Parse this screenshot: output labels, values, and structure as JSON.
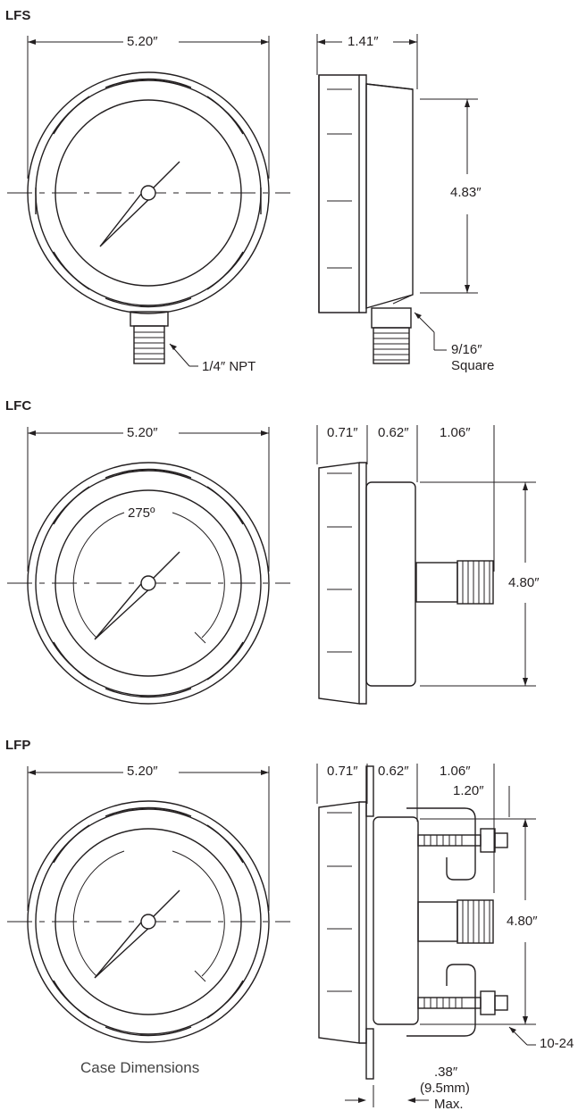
{
  "sections": [
    {
      "label": "LFS",
      "front_width": "5.20″",
      "side_depth": "1.41″",
      "side_height": "4.83″",
      "connection": "1/4″ NPT",
      "wrench_flat_size": "9/16″",
      "wrench_flat_shape": "Square"
    },
    {
      "label": "LFC",
      "front_width": "5.20″",
      "sweep_angle": "275º",
      "side_dims": [
        "0.71″",
        "0.62″",
        "1.06″"
      ],
      "side_height": "4.80″"
    },
    {
      "label": "LFP",
      "front_width": "5.20″",
      "side_dims": [
        "0.71″",
        "0.62″",
        "1.06″"
      ],
      "bracket_dim": "1.20″",
      "side_height": "4.80″",
      "screw": "10-24",
      "panel_max_in": ".38″",
      "panel_max_mm": "(9.5mm)",
      "panel_max_word": "Max."
    }
  ],
  "caption": "Case Dimensions"
}
